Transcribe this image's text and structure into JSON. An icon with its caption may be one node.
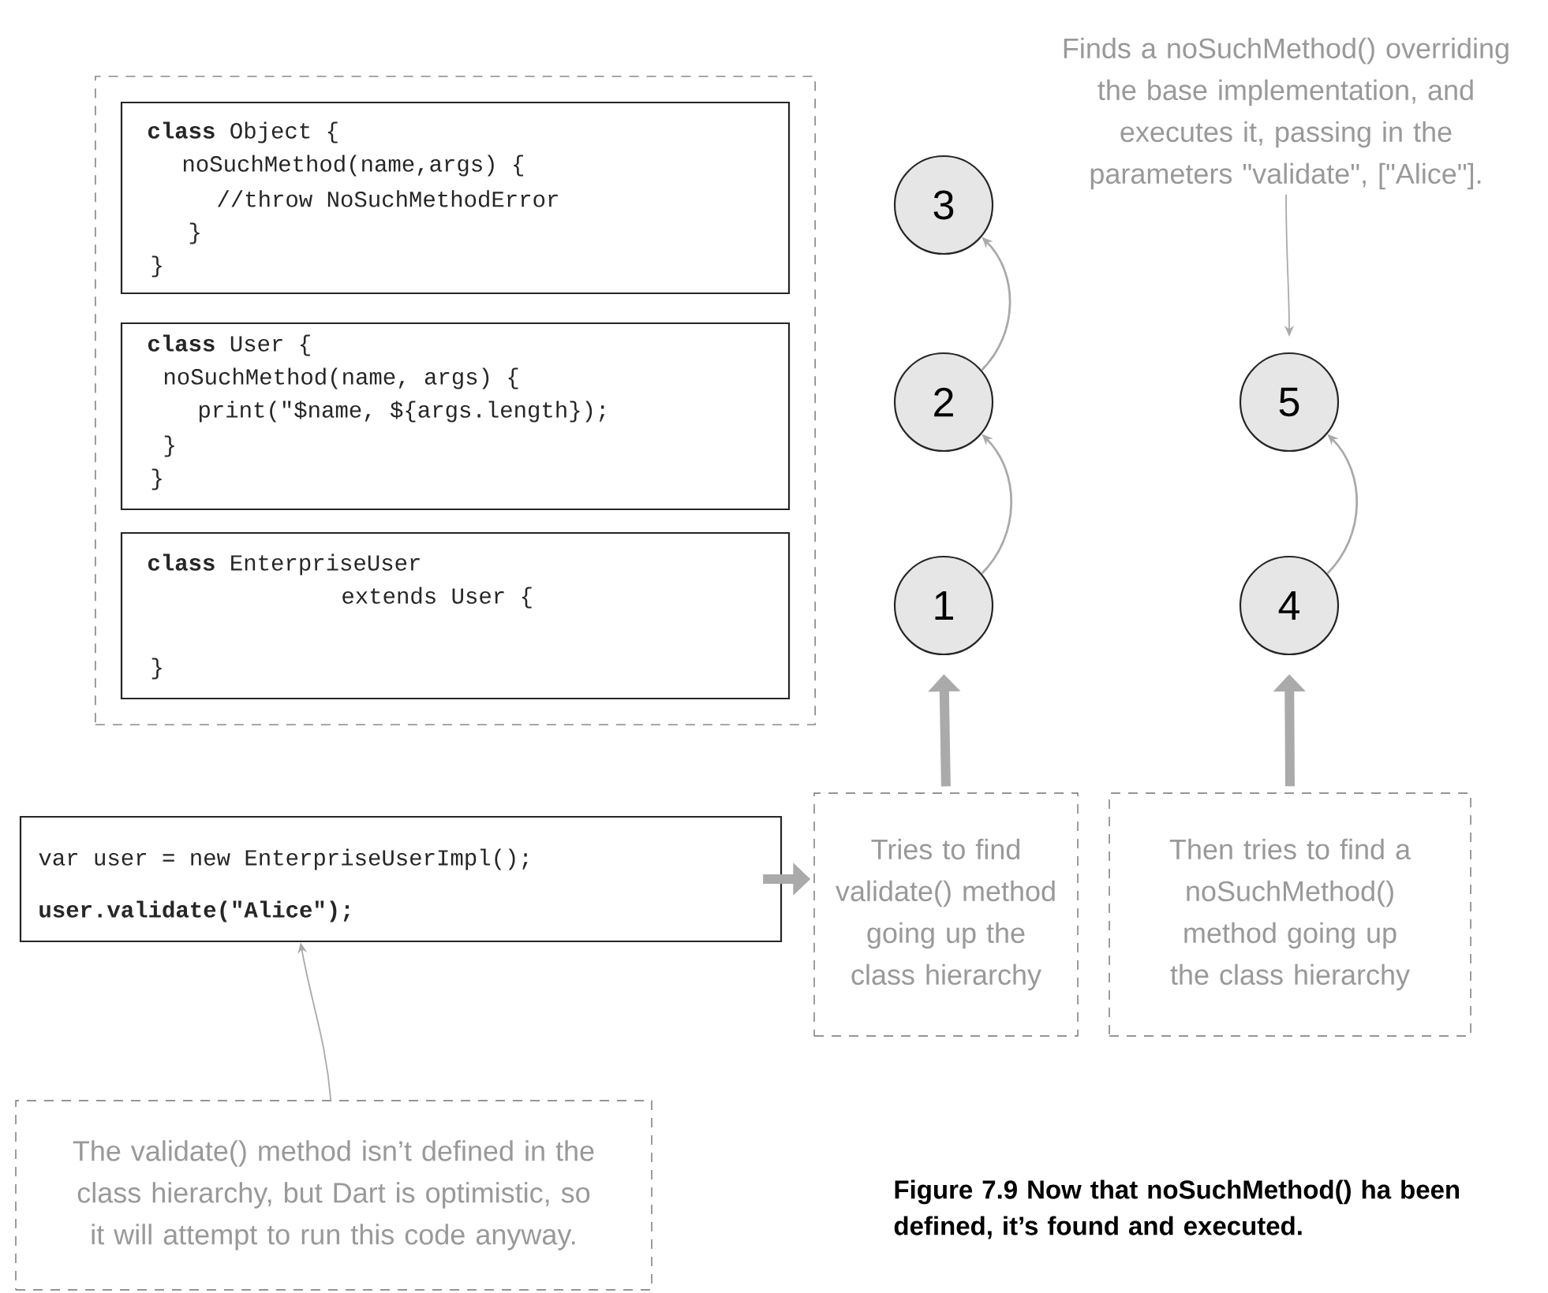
{
  "diagram": {
    "caption": "Figure 7.9 Now that noSuchMethod() ha been defined, it’s found and executed.",
    "nodes": [
      {
        "text": [],
        "shape": "box"
      },
      {
        "text": [
          "**class** Object {",
          "noSuchMethod(name,args) {",
          "//throw NoSuchMethodError",
          "}",
          "}"
        ],
        "in": 0
      },
      {
        "text": [
          "**class** User {",
          "noSuchMethod(name, args) {",
          "print(\"$name, ${args.length});",
          "}",
          "}"
        ],
        "in": 0
      },
      {
        "text": [
          "**class** EnterpriseUser",
          "extends User {",
          "}"
        ],
        "in": 0
      },
      {
        "text": [
          "var user = new EnterpriseUserImpl();",
          "user.validate(\"Alice\");"
        ]
      },
      {
        "text": [
          "The validate() method isn’t defined in the class hierarchy, but Dart is optimistic, so it will attempt to run this code anyway."
        ]
      },
      {
        "text": [
          "Tries to find validate() method going up the class hierarchy"
        ]
      },
      {
        "text": [
          "Then tries to find a noSuchMethod() method going up the class hierarchy"
        ]
      },
      {
        "text": [
          "1"
        ]
      },
      {
        "text": [
          "2"
        ]
      },
      {
        "text": [
          "3"
        ]
      },
      {
        "text": [
          "4"
        ]
      },
      {
        "text": [
          "5"
        ]
      },
      {
        "text": [
          "Finds a noSuchMethod() overriding the base implementation, and executes it, passing in the parameters \"validate\", [\"Alice\"]."
        ]
      }
    ],
    "edges": [
      {
        "from": 5,
        "to": 4,
        "arrow": "to"
      },
      {
        "from": 4,
        "to": 6,
        "arrow": "to",
        "style": "thick"
      },
      {
        "from": 6,
        "to": 8,
        "arrow": "to",
        "style": "thick"
      },
      {
        "from": 7,
        "to": 11,
        "arrow": "to",
        "style": "thick"
      },
      {
        "from": 8,
        "to": 9,
        "arrow": "to"
      },
      {
        "from": 9,
        "to": 10,
        "arrow": "to"
      },
      {
        "from": 11,
        "to": 12,
        "arrow": "to"
      },
      {
        "from": 13,
        "to": 12,
        "arrow": "to"
      }
    ]
  }
}
